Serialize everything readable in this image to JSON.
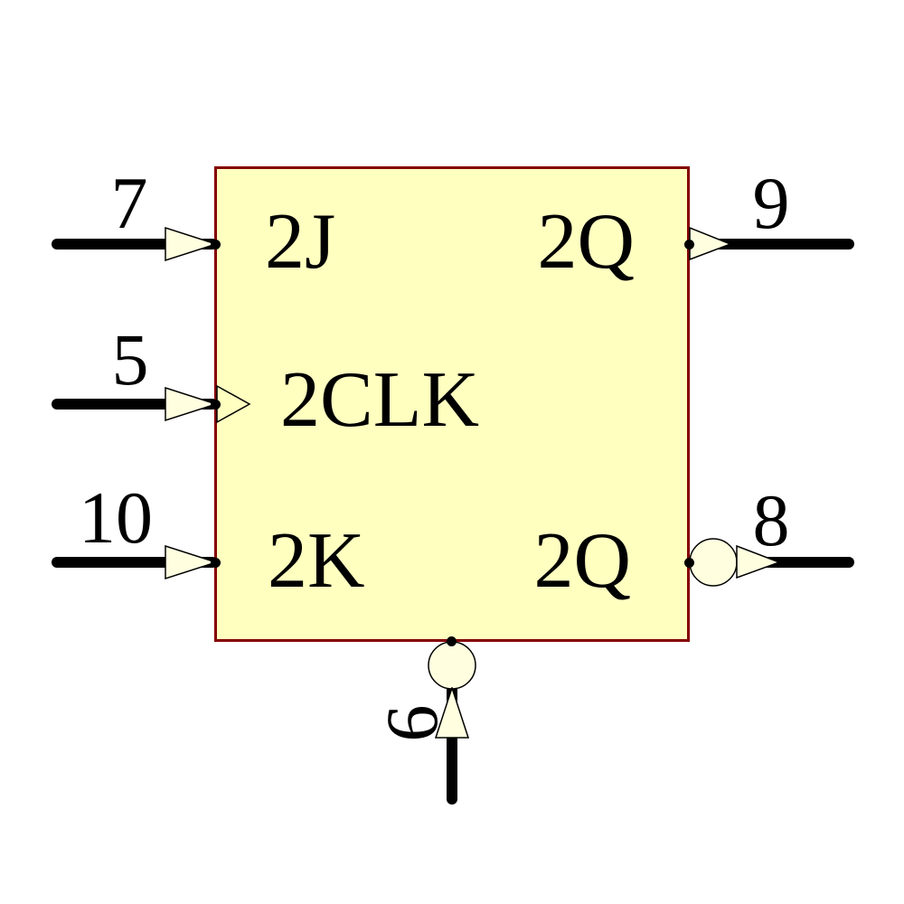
{
  "component": {
    "kind": "jk-flip-flop-symbol"
  },
  "pins": {
    "left": [
      {
        "number": "7",
        "label": "2J"
      },
      {
        "number": "5",
        "label": "2CLK"
      },
      {
        "number": "10",
        "label": "2K"
      }
    ],
    "right": [
      {
        "number": "9",
        "label": "2Q"
      },
      {
        "number": "8",
        "label": "2Q"
      }
    ],
    "bottom": [
      {
        "number": "6"
      }
    ]
  },
  "colors": {
    "canvas_background": "#FFFFFF",
    "body_fill": "#FFFFC0",
    "body_border": "#840000",
    "pin_decoration_fill": "#FFFFE0",
    "wire": "#000000",
    "text": "#000000"
  }
}
